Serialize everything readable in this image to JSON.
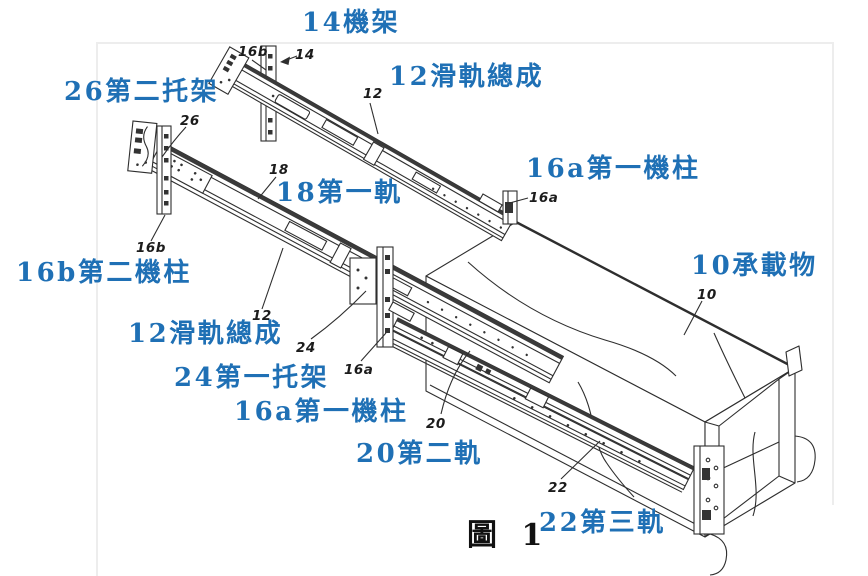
{
  "figure": {
    "caption": "圖 1",
    "label_color": "#1f70b5",
    "line_color": "#2e2e2e"
  },
  "labels": [
    {
      "id": "rack",
      "text": "14機架"
    },
    {
      "id": "second-bracket",
      "text": "26第二托架"
    },
    {
      "id": "slide-assembly-top",
      "text": "12滑軌總成"
    },
    {
      "id": "first-post-upper",
      "text": "16a第一機柱"
    },
    {
      "id": "first-rail",
      "text": "18第一軌"
    },
    {
      "id": "second-post",
      "text": "16b第二機柱"
    },
    {
      "id": "carried-object",
      "text": "10承載物"
    },
    {
      "id": "slide-assembly-lower",
      "text": "12滑軌總成"
    },
    {
      "id": "first-bracket",
      "text": "24第一托架"
    },
    {
      "id": "first-post-lower",
      "text": "16a第一機柱"
    },
    {
      "id": "second-rail",
      "text": "20第二軌"
    },
    {
      "id": "third-rail",
      "text": "22第三軌"
    }
  ],
  "refs": [
    {
      "id": "16b-top",
      "text": "16b"
    },
    {
      "id": "14",
      "text": "14"
    },
    {
      "id": "12-top",
      "text": "12"
    },
    {
      "id": "26",
      "text": "26"
    },
    {
      "id": "18",
      "text": "18"
    },
    {
      "id": "16b-bottom",
      "text": "16b"
    },
    {
      "id": "12-bottom",
      "text": "12"
    },
    {
      "id": "24",
      "text": "24"
    },
    {
      "id": "16a-bottom",
      "text": "16a"
    },
    {
      "id": "16a-top",
      "text": "16a"
    },
    {
      "id": "10",
      "text": "10"
    },
    {
      "id": "20",
      "text": "20"
    },
    {
      "id": "22",
      "text": "22"
    }
  ]
}
